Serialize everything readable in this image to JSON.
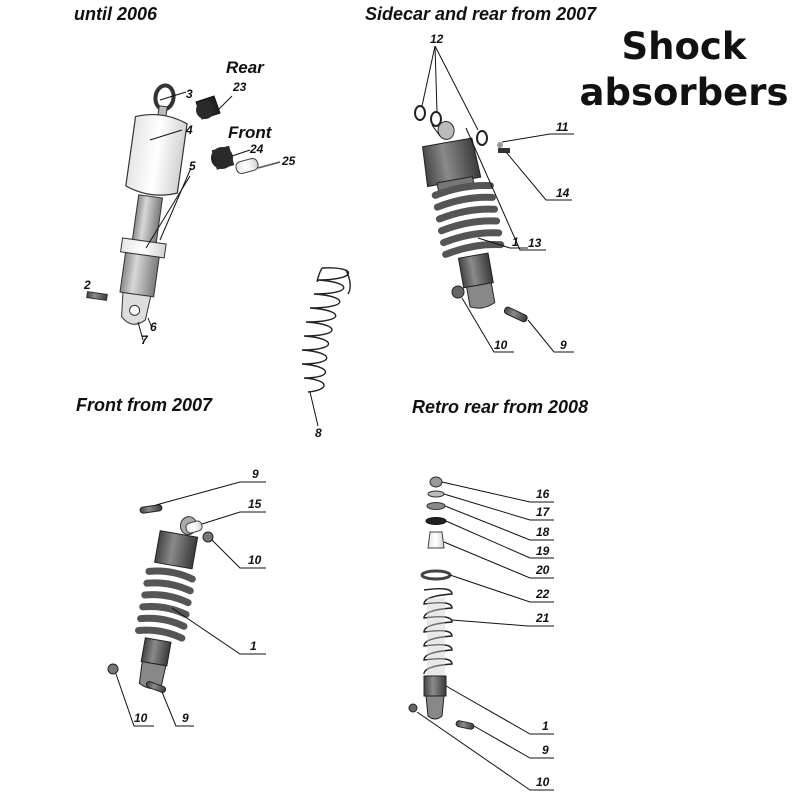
{
  "title": {
    "line1": "Shock",
    "line2": "absorbers"
  },
  "sections": {
    "until_2006": "until  2006",
    "sidecar_rear": "Sidecar and rear from 2007",
    "front_2007": "Front from 2007",
    "retro_rear": "Retro rear from 2008"
  },
  "labels": {
    "rear": "Rear",
    "front": "Front"
  },
  "parts": {
    "p1": "1",
    "p2": "2",
    "p3": "3",
    "p4": "4",
    "p5": "5",
    "p6": "6",
    "p7": "7",
    "p8": "8",
    "p9": "9",
    "p10": "10",
    "p11": "11",
    "p12": "12",
    "p13": "13",
    "p14": "14",
    "p15": "15",
    "p16": "16",
    "p17": "17",
    "p18": "18",
    "p19": "19",
    "p20": "20",
    "p21": "21",
    "p22": "22",
    "p23": "23",
    "p24": "24",
    "p25": "25"
  }
}
